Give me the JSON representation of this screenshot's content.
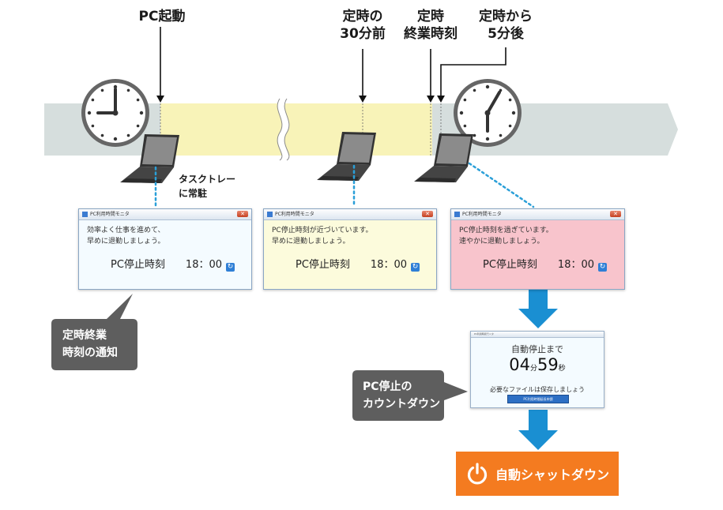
{
  "labels": {
    "pc_start": "PC起動",
    "before30": [
      "定時の",
      "30分前"
    ],
    "end_time": [
      "定時",
      "終業時刻"
    ],
    "after5": [
      "定時から",
      "5分後"
    ],
    "tasktray": [
      "タスクトレー",
      "に常駐"
    ]
  },
  "colors": {
    "timeline": "#d6dedd",
    "band": "#f8f3b8",
    "window1_bg": "#f4fbff",
    "window2_bg": "#fcfbdc",
    "window3_bg": "#f8c4cc",
    "callout_bg": "#5e5e5e",
    "flow_arrow": "#1a8fd2",
    "shutdown_bg": "#f47b20"
  },
  "windows": [
    {
      "title": "PC利用時間モニタ",
      "lines": [
        "効率よく仕事を進めて、",
        "早めに退勤しましょう。"
      ],
      "stop_label": "PC停止時刻",
      "time": "18：00"
    },
    {
      "title": "PC利用時間モニタ",
      "lines": [
        "PC停止時刻が近づいています。",
        "早めに退勤しましょう。"
      ],
      "stop_label": "PC停止時刻",
      "time": "18：00"
    },
    {
      "title": "PC利用時間モニタ",
      "lines": [
        "PC停止時刻を過ぎています。",
        "速やかに退勤しましょう。"
      ],
      "stop_label": "PC停止時刻",
      "time": "18：00"
    }
  ],
  "callouts": {
    "notice": [
      "定時終業",
      "時刻の通知"
    ],
    "countdown": [
      "PC停止の",
      "カウントダウン"
    ]
  },
  "countdown": {
    "title": "PC利用時間モニタ",
    "until": "自動停止まで",
    "minutes": "04",
    "min_unit": "分",
    "seconds": "59",
    "sec_unit": "秒",
    "save": "必要なファイルは保存しましょう",
    "apply_label": "PC利用時間延長申請"
  },
  "shutdown": {
    "label": "自動シャットダウン"
  }
}
